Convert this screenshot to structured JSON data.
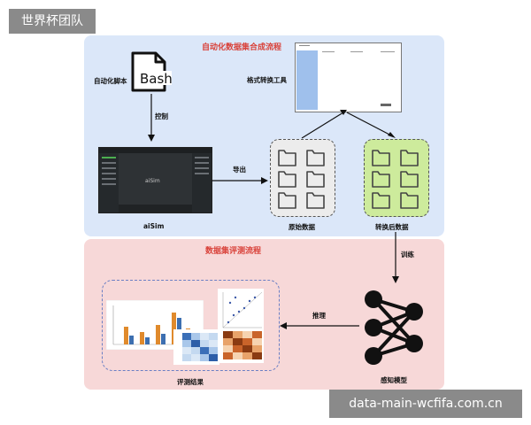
{
  "corner_label": "世界杯团队",
  "watermark": "data-main-wcfifa.com.cn",
  "top_panel": {
    "title": "自动化数据集合成流程",
    "script_label": "自动化脚本",
    "bash_text": "Bash",
    "control_label": "控制",
    "tool_label": "格式转换工具",
    "export_label": "导出",
    "sim_label": "aiSim",
    "sim_screen_text": "aiSim",
    "raw_label": "原始数据",
    "converted_label": "转换后数据"
  },
  "bottom_panel": {
    "title": "数据集评测流程",
    "train_label": "训练",
    "infer_label": "推理",
    "model_label": "感知模型",
    "results_label": "评测结果"
  },
  "colors": {
    "top_panel": "#dbe7f9",
    "bottom_panel": "#f7d8d8",
    "title_red": "#d9423a",
    "converted_fill": "#cdeb9c",
    "raw_fill": "#ececec"
  }
}
